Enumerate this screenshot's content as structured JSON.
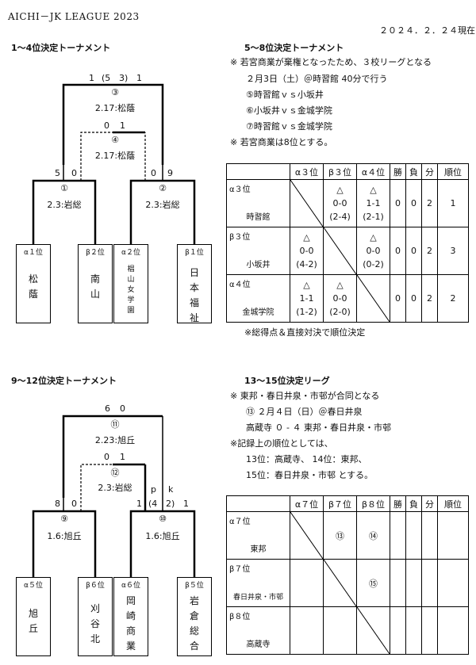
{
  "header": {
    "title": "AICHI－JK  LEAGUE  2023",
    "date": "２０２４．２．２４現在"
  },
  "t1": {
    "heading": "1～4位決定トーナメント",
    "top_scores": {
      "left": "1",
      "mid": "(5",
      "mid2": "3)",
      "right": "1"
    },
    "m3": {
      "num": "③",
      "info": "2.17:松蔭"
    },
    "m4_scores": {
      "left": "0",
      "right": "1"
    },
    "m4": {
      "num": "④",
      "info": "2.17:松蔭"
    },
    "low_scores": {
      "a": "5",
      "b": "0",
      "c": "0",
      "d": "9"
    },
    "m1": {
      "num": "①",
      "info": "2.3:岩総"
    },
    "m2": {
      "num": "②",
      "info": "2.3:岩総"
    },
    "teams": [
      {
        "label": "α１位",
        "name": [
          "松",
          "蔭"
        ]
      },
      {
        "label": "β２位",
        "name": [
          "南",
          "山"
        ]
      },
      {
        "label": "α２位",
        "name": [
          "椙",
          "山",
          "女",
          "学",
          "園"
        ]
      },
      {
        "label": "β１位",
        "name": [
          "日",
          "本",
          "福",
          "祉"
        ]
      }
    ]
  },
  "t2": {
    "heading": "5～8位決定トーナメント",
    "notes": [
      "※  若宮商業が棄権となったため、３校リーグとなる",
      "２月3日（土）＠時習館   40分で行う",
      "⑤時習館ｖｓ小坂井",
      "⑥小坂井ｖｓ金城学院",
      "⑦時習館ｖｓ金城学院",
      "※  若宮商業は8位とする。"
    ],
    "table": {
      "headers": [
        "α３位",
        "β３位",
        "α４位",
        "勝",
        "負",
        "分",
        "順位"
      ],
      "rows": [
        {
          "pos": "α３位",
          "name": "時習館",
          "cells": [
            [
              "",
              "",
              ""
            ],
            [
              "△",
              "0-0",
              "(2-4)"
            ],
            [
              "△",
              "1-1",
              "(2-1)"
            ]
          ],
          "w": "0",
          "l": "0",
          "d": "2",
          "rank": "1"
        },
        {
          "pos": "β３位",
          "name": "小坂井",
          "cells": [
            [
              "△",
              "0-0",
              "(4-2)"
            ],
            [
              "",
              "",
              ""
            ],
            [
              "△",
              "0-0",
              "(0-2)"
            ]
          ],
          "w": "0",
          "l": "0",
          "d": "2",
          "rank": "3"
        },
        {
          "pos": "α４位",
          "name": "金城学院",
          "cells": [
            [
              "△",
              "1-1",
              "(1-2)"
            ],
            [
              "△",
              "0-0",
              "(2-0)"
            ],
            [
              "",
              "",
              ""
            ]
          ],
          "w": "0",
          "l": "0",
          "d": "2",
          "rank": "2"
        }
      ],
      "footnote": "※総得点＆直接対決で順位決定"
    }
  },
  "t3": {
    "heading": "9～12位決定トーナメント",
    "top_scores": {
      "left": "6",
      "right": "0"
    },
    "m11": {
      "num": "⑪",
      "info": "2.23:旭丘"
    },
    "m12_scores": {
      "left": "0",
      "right": "1"
    },
    "m12": {
      "num": "⑫",
      "info": "2.3:岩総"
    },
    "pk": {
      "p": "p",
      "k": "k"
    },
    "low_scores": {
      "a": "8",
      "b": "0",
      "c": "1",
      "d": "(4",
      "e": "2)",
      "f": "1"
    },
    "m9": {
      "num": "⑨",
      "info": "1.6:旭丘"
    },
    "m10": {
      "num": "⑩",
      "info": "1.6:旭丘"
    },
    "teams": [
      {
        "label": "α５位",
        "name": [
          "旭",
          "丘"
        ]
      },
      {
        "label": "β６位",
        "name": [
          "刈",
          "谷",
          "北"
        ]
      },
      {
        "label": "α６位",
        "name": [
          "岡",
          "崎",
          "商",
          "業"
        ]
      },
      {
        "label": "β５位",
        "name": [
          "岩",
          "倉",
          "総",
          "合"
        ]
      }
    ]
  },
  "t4": {
    "heading": "13～15位決定リーグ",
    "notes": [
      "※  東邦・春日井泉・市邨が合同となる",
      "⑬  ２月４日（日）＠春日井泉",
      "高蔵寺    ０ - ４    東邦・春日井泉・市邨",
      "※記録上の順位としては、",
      "13位：高蔵寺、   14位：東邦、",
      "15位：春日井泉・市邨        とする。"
    ],
    "table": {
      "headers": [
        "α７位",
        "β７位",
        "β８位",
        "勝",
        "負",
        "分",
        "順位"
      ],
      "rows": [
        {
          "pos": "α７位",
          "name": "東邦",
          "cells": [
            "",
            "⑬",
            "⑭"
          ]
        },
        {
          "pos": "β７位",
          "name": "春日井泉・市邨",
          "cells": [
            "",
            "",
            "⑮"
          ]
        },
        {
          "pos": "β８位",
          "name": "高蔵寺",
          "cells": [
            "",
            "",
            ""
          ]
        }
      ]
    }
  }
}
